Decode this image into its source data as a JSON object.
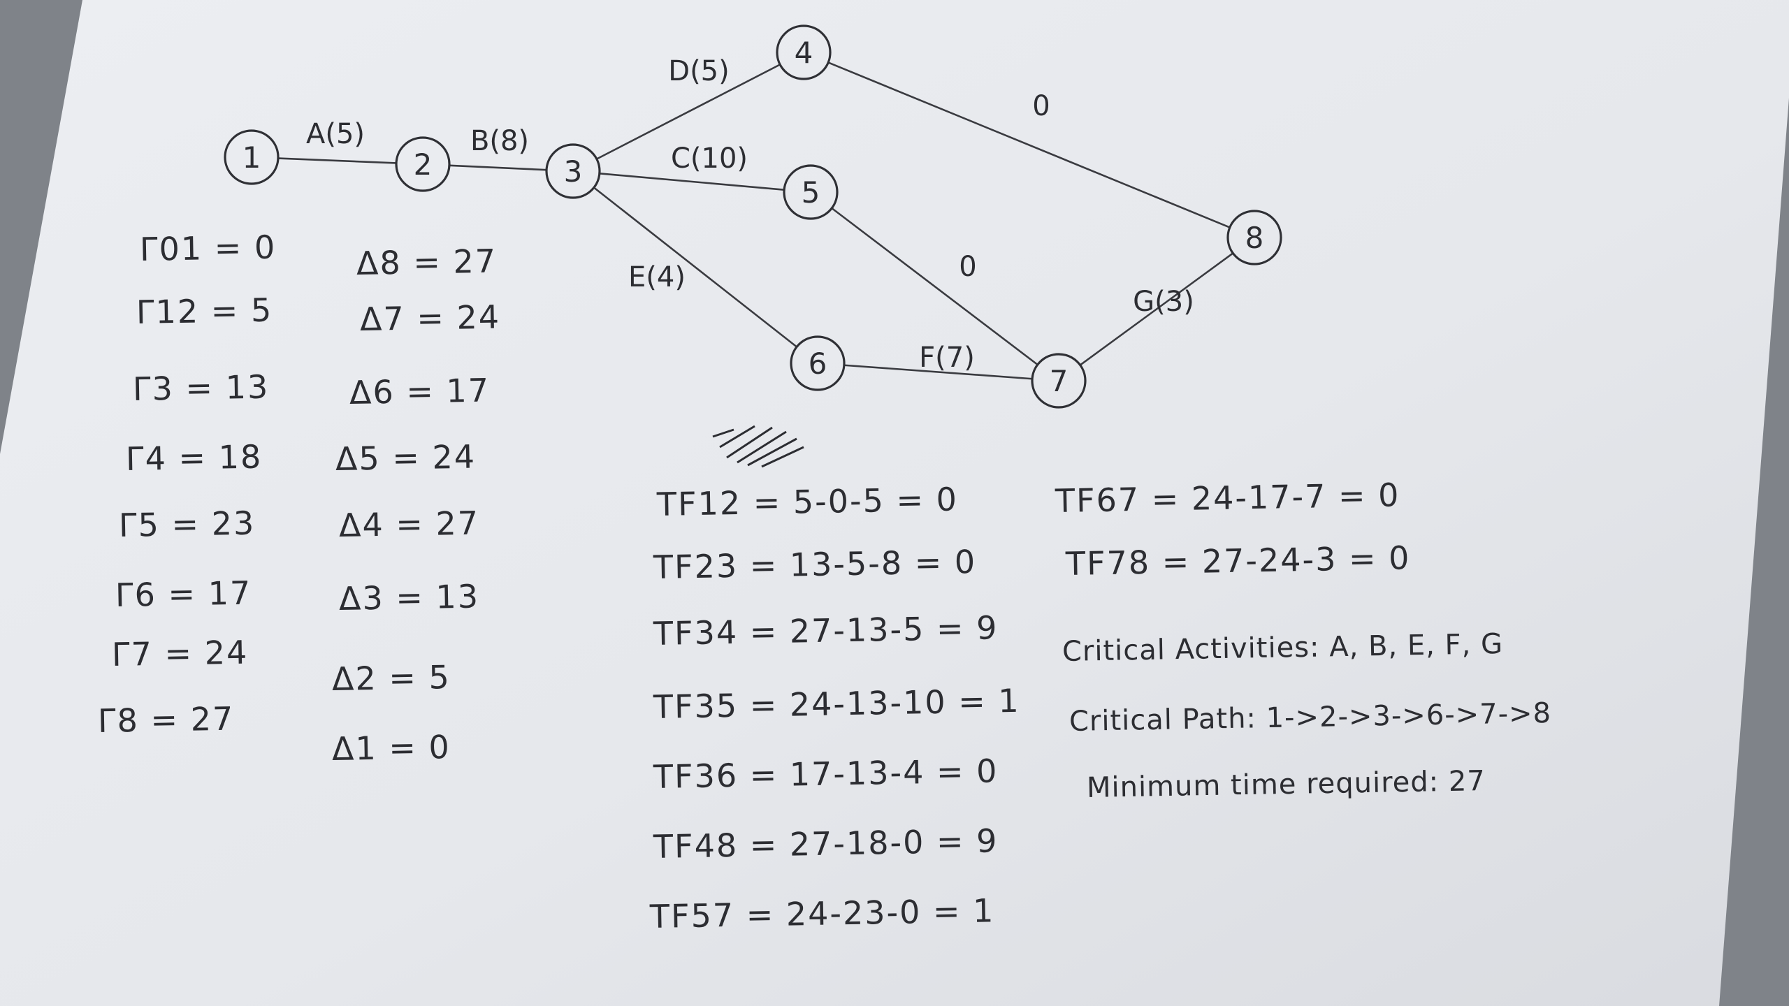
{
  "diagram": {
    "nodes": [
      {
        "id": "1",
        "label": "1"
      },
      {
        "id": "2",
        "label": "2"
      },
      {
        "id": "3",
        "label": "3"
      },
      {
        "id": "4",
        "label": "4"
      },
      {
        "id": "5",
        "label": "5"
      },
      {
        "id": "6",
        "label": "6"
      },
      {
        "id": "7",
        "label": "7"
      },
      {
        "id": "8",
        "label": "8"
      }
    ],
    "edges": [
      {
        "from": "1",
        "to": "2",
        "label": "A(5)"
      },
      {
        "from": "2",
        "to": "3",
        "label": "B(8)"
      },
      {
        "from": "3",
        "to": "4",
        "label": "D(5)"
      },
      {
        "from": "3",
        "to": "5",
        "label": "C(10)"
      },
      {
        "from": "3",
        "to": "6",
        "label": "E(4)"
      },
      {
        "from": "4",
        "to": "8",
        "label": "0"
      },
      {
        "from": "5",
        "to": "7",
        "label": "0"
      },
      {
        "from": "6",
        "to": "7",
        "label": "F(7)"
      },
      {
        "from": "7",
        "to": "8",
        "label": "G(3)"
      }
    ]
  },
  "gamma": [
    "Γ01 = 0",
    "Γ12 = 5",
    "Γ3 = 13",
    "Γ4 = 18",
    "Γ5 = 23",
    "Γ6 = 17",
    "Γ7 = 24",
    "Γ8 = 27"
  ],
  "delta": [
    "Δ8 = 27",
    "Δ7 = 24",
    "Δ6 = 17",
    "Δ5 = 24",
    "Δ4 = 27",
    "Δ3 = 13",
    "Δ2 = 5",
    "Δ1 = 0"
  ],
  "total_float": [
    "TF12 = 5-0-5 = 0",
    "TF23 = 13-5-8 = 0",
    "TF34 = 27-13-5 = 9",
    "TF35 = 24-13-10 = 1",
    "TF36 = 17-13-4 = 0",
    "TF48 = 27-18-0 = 9",
    "TF57 = 24-23-0 = 1"
  ],
  "total_float_right": [
    "TF67 = 24-17-7 = 0",
    "TF78 = 27-24-3 = 0"
  ],
  "summary": {
    "critical_activities": "Critical Activities: A, B, E, F, G",
    "critical_path": "Critical Path: 1->2->3->6->7->8",
    "minimum_time": "Minimum time required: 27"
  }
}
